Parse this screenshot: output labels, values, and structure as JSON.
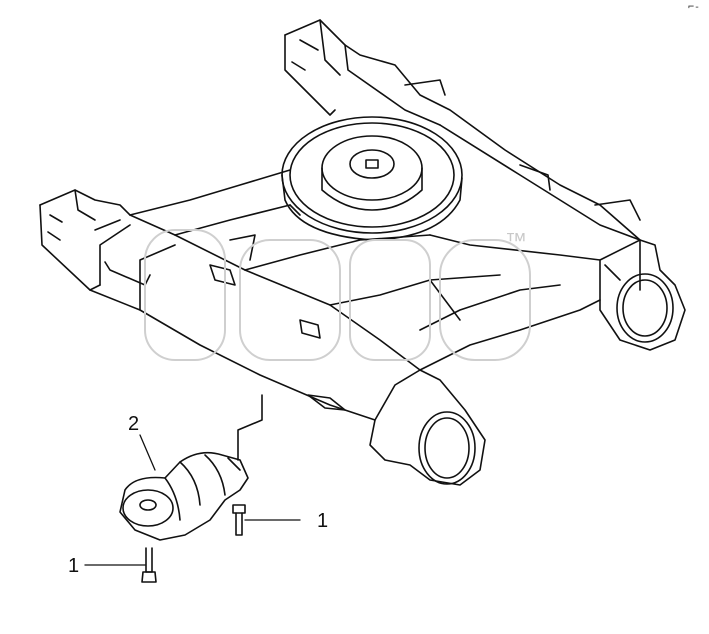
{
  "callouts": {
    "bolt_right": "1",
    "bolt_left": "1",
    "roller": "2"
  },
  "watermark": {
    "mark": "™"
  },
  "corner_mark": "⌐-",
  "colors": {
    "line": "#111111",
    "watermark": "#cfcfcf"
  }
}
